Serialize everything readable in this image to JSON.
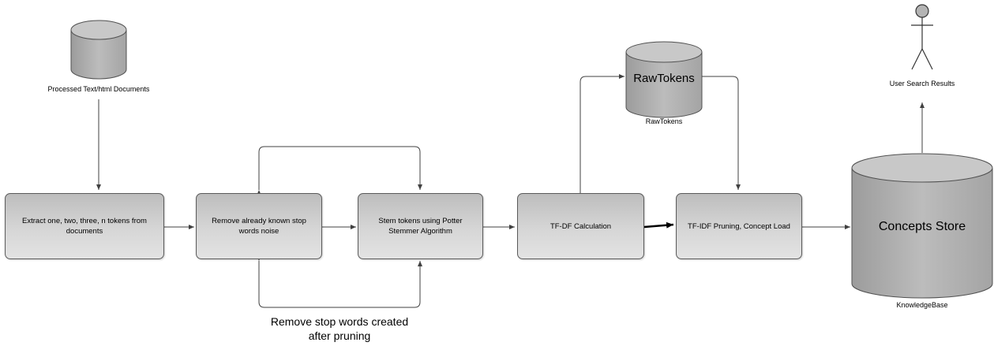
{
  "nodes": {
    "processed_docs": {
      "label": "Processed Text/html Documents"
    },
    "extract": {
      "label": "Extract one, two, three, n tokens from documents"
    },
    "remove_known": {
      "label": "Remove already known stop words noise"
    },
    "stem": {
      "label": "Stem tokens using Potter Stemmer Algorithm"
    },
    "tfdf": {
      "label": "TF-DF Calculation"
    },
    "raw_tokens": {
      "label": "RawTokens",
      "caption": "RawTokens"
    },
    "pruning": {
      "label": "TF-IDF Pruning, Concept Load"
    },
    "concepts": {
      "label": "Concepts Store",
      "caption": "KnowledgeBase"
    },
    "user": {
      "label": "User Search Results"
    }
  },
  "annotation": {
    "line1": "Remove stop words created",
    "line2": "after pruning"
  },
  "colors": {
    "cylinder": "#b4b4b4",
    "cylinder_top": "#c8c8c8",
    "stroke": "#505050",
    "arrow": "#404040"
  }
}
